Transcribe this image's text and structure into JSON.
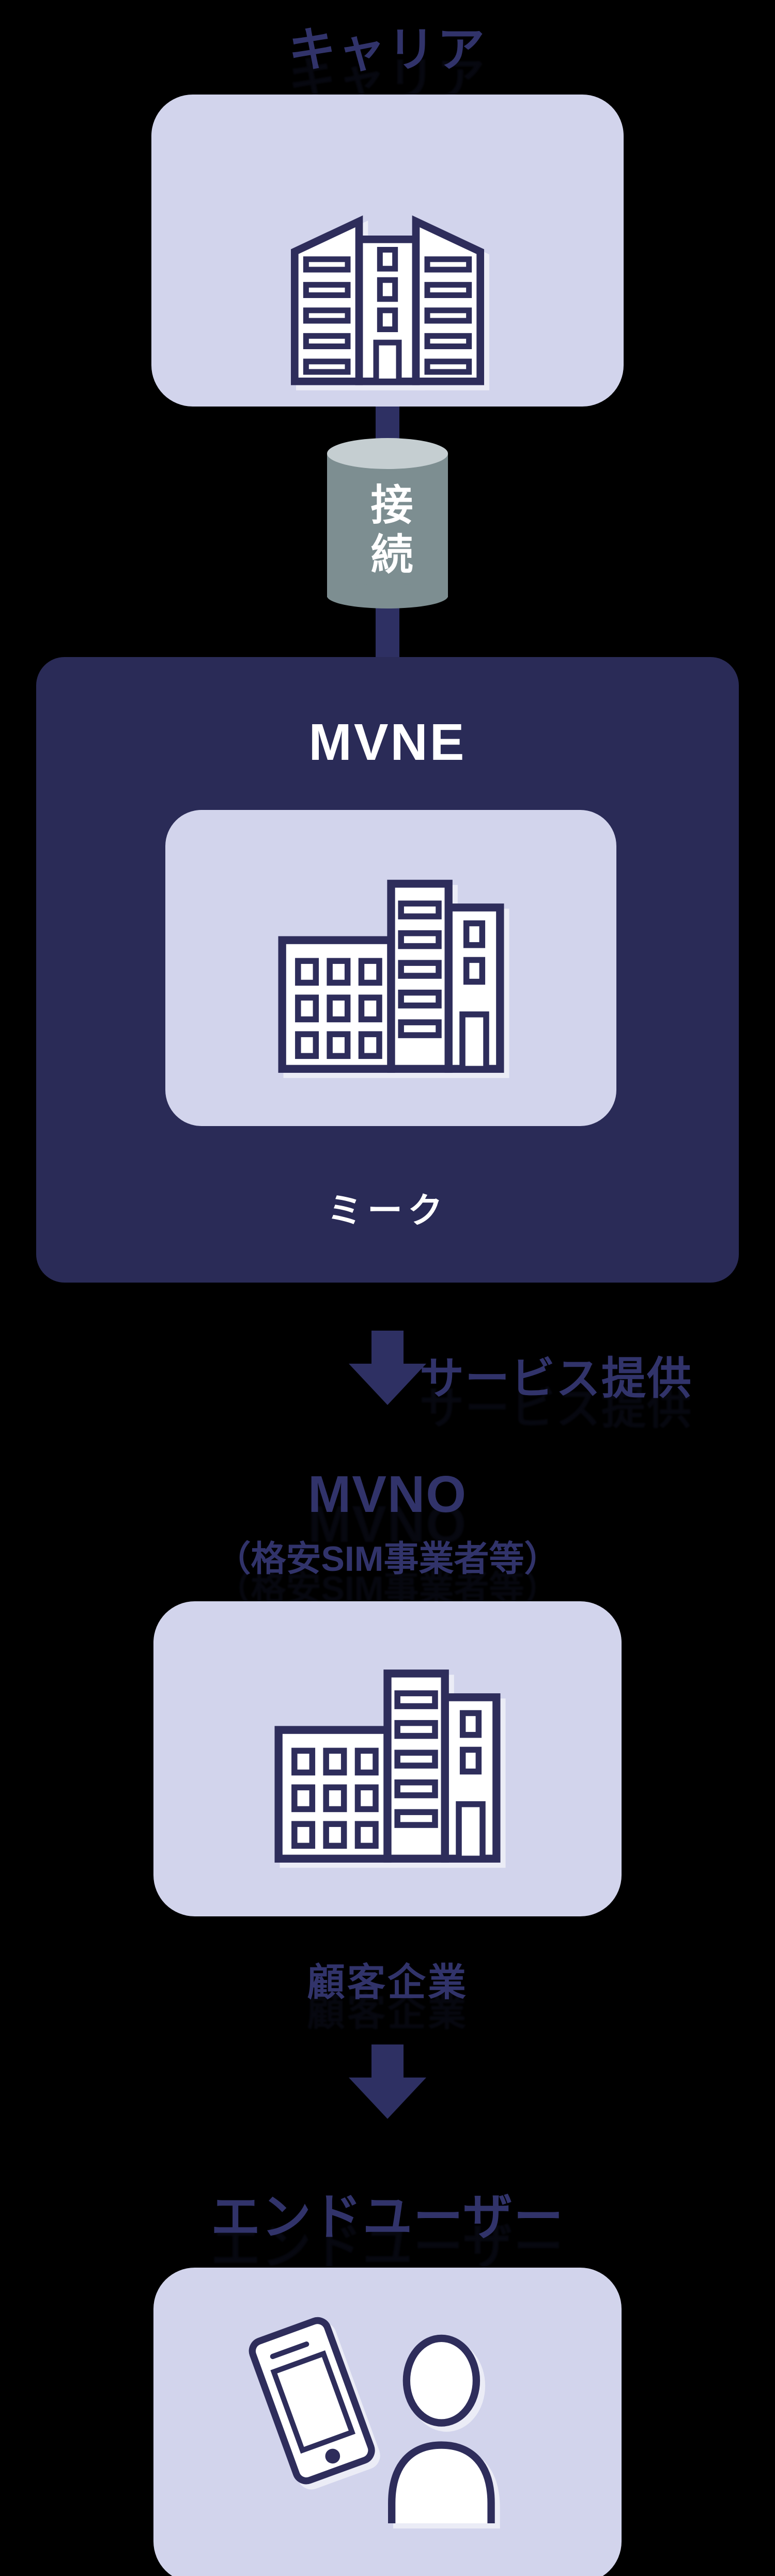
{
  "background": "#000000",
  "colors": {
    "navy_text": "#31336a",
    "navy_fill": "#2e3063",
    "box_navy": "#2a2b57",
    "lavender": "#d2d4ec",
    "white": "#ffffff",
    "icon_stroke": "#2e2d5b",
    "cylinder_body": "#7d8e91",
    "cylinder_top": "#c5ced1"
  },
  "carrier": {
    "title": "キャリア"
  },
  "connector": {
    "label": "接続"
  },
  "mvne": {
    "title": "MVNE",
    "member": "ミーク"
  },
  "service_arrow": {
    "label": "サービス提供"
  },
  "mvno": {
    "title": "MVNO",
    "subtitle": "（格安SIM事業者等）",
    "caption": "顧客企業"
  },
  "end_user": {
    "title": "エンドユーザー"
  },
  "icons": [
    "carrier-building-icon",
    "office-building-icon",
    "office-building-icon",
    "smartphone-icon",
    "person-icon",
    "down-arrow-icon",
    "down-arrow-icon",
    "connector-cylinder"
  ]
}
